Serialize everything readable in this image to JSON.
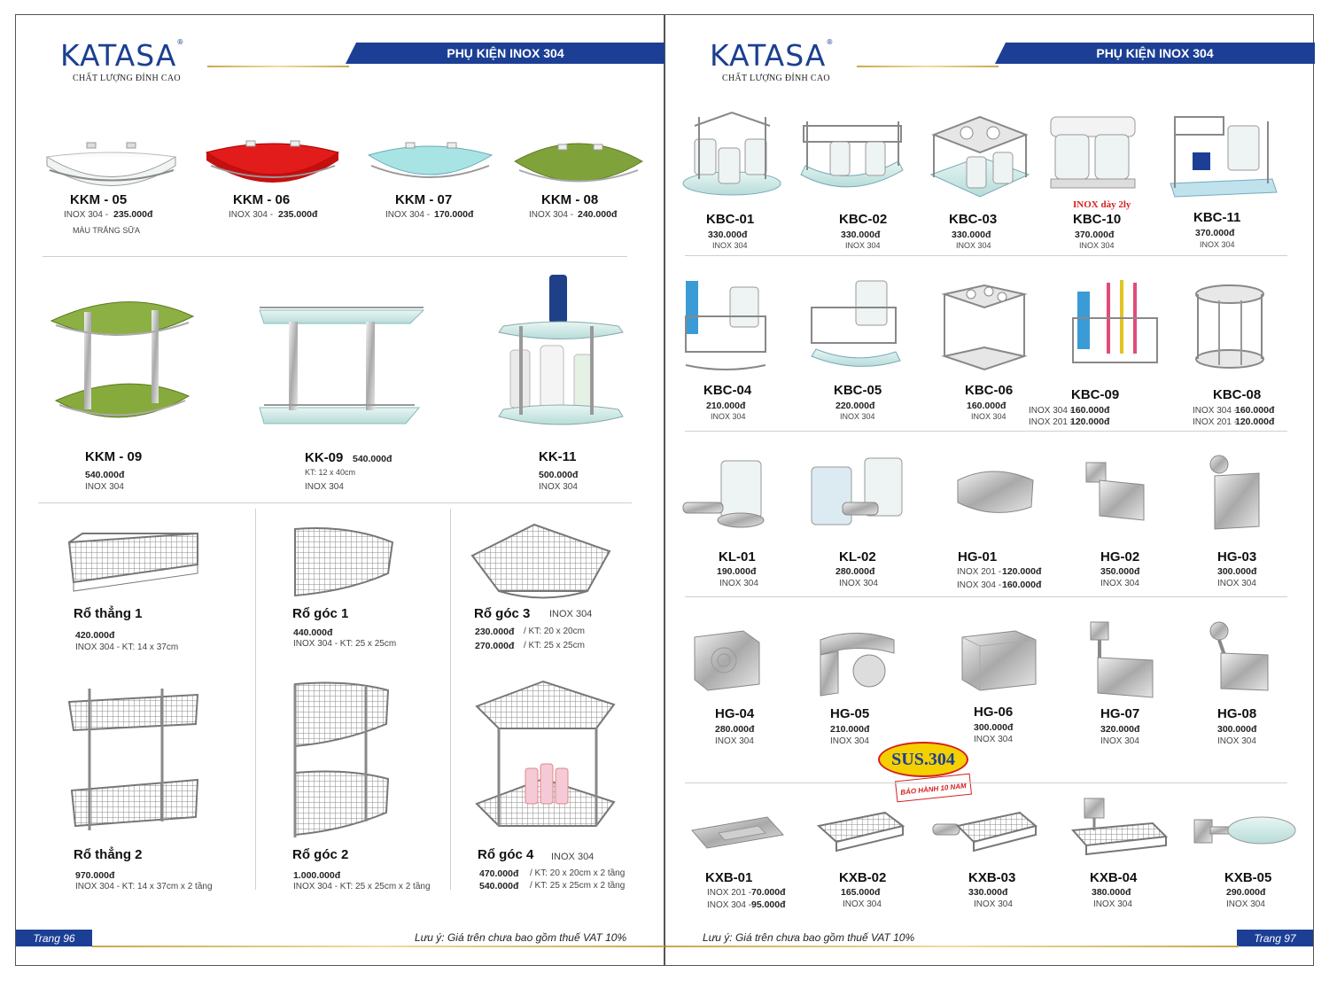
{
  "colors": {
    "brand_blue": "#1c3f95",
    "gold": "#c9a84c",
    "accent_red": "#d4201f",
    "badge_yellow": "#f4d000"
  },
  "left": {
    "logo": "KATASA",
    "tagline": "CHẤT LƯỢNG ĐỈNH CAO",
    "banner": "PHỤ KIỆN INOX 304",
    "page": "Trang 96",
    "note": "Lưu ý: Giá trên chưa bao gồm thuế VAT 10%",
    "row1": [
      {
        "code": "KKM - 05",
        "material": "INOX 304 -",
        "price": "235.000đ",
        "sub": "MÀU TRẮNG SỮA"
      },
      {
        "code": "KKM - 06",
        "material": "INOX 304 -",
        "price": "235.000đ"
      },
      {
        "code": "KKM - 07",
        "material": "INOX 304 -",
        "price": "170.000đ"
      },
      {
        "code": "KKM - 08",
        "material": "INOX 304 -",
        "price": "240.000đ"
      }
    ],
    "row2": [
      {
        "code": "KKM - 09",
        "price": "540.000đ",
        "material": "INOX 304"
      },
      {
        "code": "KK-09",
        "price": "540.000đ",
        "size": "KT: 12 x 40cm",
        "material": "INOX 304"
      },
      {
        "code": "KK-11",
        "price": "500.000đ",
        "material": "INOX 304"
      }
    ],
    "baskets": [
      {
        "name": "Rổ thẳng 1",
        "price": "420.000đ",
        "detail": "INOX 304 - KT: 14 x 37cm"
      },
      {
        "name": "Rổ góc 1",
        "price": "440.000đ",
        "detail": "INOX 304 - KT: 25 x 25cm"
      },
      {
        "name": "Rổ góc 3",
        "material": "INOX 304",
        "price1": "230.000đ",
        "size1": "/ KT: 20 x 20cm",
        "price2": "270.000đ",
        "size2": "/ KT: 25 x 25cm"
      },
      {
        "name": "Rổ thẳng 2",
        "price": "970.000đ",
        "detail": "INOX 304 - KT: 14 x 37cm x 2 tầng"
      },
      {
        "name": "Rổ góc 2",
        "price": "1.000.000đ",
        "detail": "INOX 304 - KT: 25 x 25cm x 2 tầng"
      },
      {
        "name": "Rổ góc 4",
        "material": "INOX 304",
        "price1": "470.000đ",
        "size1": "/ KT: 20 x 20cm x 2 tầng",
        "price2": "540.000đ",
        "size2": "/ KT: 25 x 25cm x 2 tầng"
      }
    ]
  },
  "right": {
    "logo": "KATASA",
    "tagline": "CHẤT LƯỢNG ĐỈNH CAO",
    "banner": "PHỤ KIỆN INOX 304",
    "page": "Trang 97",
    "note": "Lưu ý: Giá trên chưa bao gồm thuế VAT 10%",
    "inox_note": "INOX dày 2ly",
    "badge_main": "SUS.304",
    "badge_sub": "BẢO HÀNH 10 NĂM",
    "row1": [
      {
        "code": "KBC-01",
        "price": "330.000đ",
        "material": "INOX 304"
      },
      {
        "code": "KBC-02",
        "price": "330.000đ",
        "material": "INOX 304"
      },
      {
        "code": "KBC-03",
        "price": "330.000đ",
        "material": "INOX 304"
      },
      {
        "code": "KBC-10",
        "price": "370.000đ",
        "material": "INOX 304"
      },
      {
        "code": "KBC-11",
        "price": "370.000đ",
        "material": "INOX 304"
      }
    ],
    "row2": [
      {
        "code": "KBC-04",
        "price": "210.000đ",
        "material": "INOX 304"
      },
      {
        "code": "KBC-05",
        "price": "220.000đ",
        "material": "INOX 304"
      },
      {
        "code": "KBC-06",
        "price": "160.000đ",
        "material": "INOX 304"
      },
      {
        "code": "KBC-09",
        "line1a": "INOX 304 -",
        "line1b": "160.000đ",
        "line2a": "INOX 201 -",
        "line2b": "120.000đ"
      },
      {
        "code": "KBC-08",
        "line1a": "INOX 304 -",
        "line1b": "160.000đ",
        "line2a": "INOX 201 -",
        "line2b": "120.000đ"
      }
    ],
    "row3": [
      {
        "code": "KL-01",
        "price": "190.000đ",
        "material": "INOX 304"
      },
      {
        "code": "KL-02",
        "price": "280.000đ",
        "material": "INOX 304"
      },
      {
        "code": "HG-01",
        "line1a": "INOX 201 -",
        "line1b": "120.000đ",
        "line2a": "INOX 304 -",
        "line2b": "160.000đ"
      },
      {
        "code": "HG-02",
        "price": "350.000đ",
        "material": "INOX 304"
      },
      {
        "code": "HG-03",
        "price": "300.000đ",
        "material": "INOX 304"
      }
    ],
    "row4": [
      {
        "code": "HG-04",
        "price": "280.000đ",
        "material": "INOX 304"
      },
      {
        "code": "HG-05",
        "price": "210.000đ",
        "material": "INOX 304"
      },
      {
        "code": "HG-06",
        "price": "300.000đ",
        "material": "INOX 304"
      },
      {
        "code": "HG-07",
        "price": "320.000đ",
        "material": "INOX 304"
      },
      {
        "code": "HG-08",
        "price": "300.000đ",
        "material": "INOX 304"
      }
    ],
    "row5": [
      {
        "code": "KXB-01",
        "line1a": "INOX 201 -",
        "line1b": "70.000đ",
        "line2a": "INOX 304 -",
        "line2b": "95.000đ"
      },
      {
        "code": "KXB-02",
        "price": "165.000đ",
        "material": "INOX 304"
      },
      {
        "code": "KXB-03",
        "price": "330.000đ",
        "material": "INOX 304"
      },
      {
        "code": "KXB-04",
        "price": "380.000đ",
        "material": "INOX 304"
      },
      {
        "code": "KXB-05",
        "price": "290.000đ",
        "material": "INOX 304"
      }
    ]
  }
}
